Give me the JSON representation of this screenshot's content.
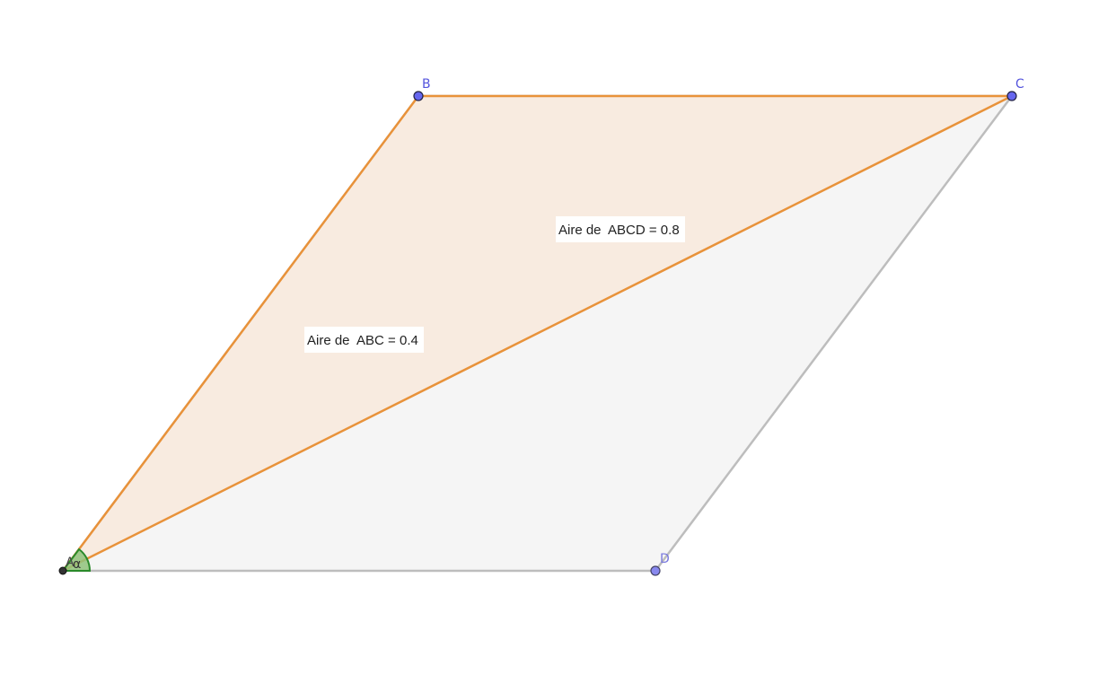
{
  "points": {
    "A": {
      "label": "A"
    },
    "B": {
      "label": "B"
    },
    "C": {
      "label": "C"
    },
    "D": {
      "label": "D"
    }
  },
  "angle": {
    "label": "α"
  },
  "labels": {
    "area_abcd": "Aire de  ABCD = 0.8",
    "area_abc": "Aire de  ABC = 0.4"
  },
  "colors": {
    "triangle_stroke": "#e8923a",
    "triangle_fill": "#f8ebe0",
    "parallelogram_stroke": "#bdbdbd",
    "parallelogram_fill": "#f5f5f5",
    "point_fill": "#6666ee",
    "point_label": "#5555dd",
    "angle_stroke": "#2a8a2a",
    "angle_fill": "#8fc27a"
  }
}
